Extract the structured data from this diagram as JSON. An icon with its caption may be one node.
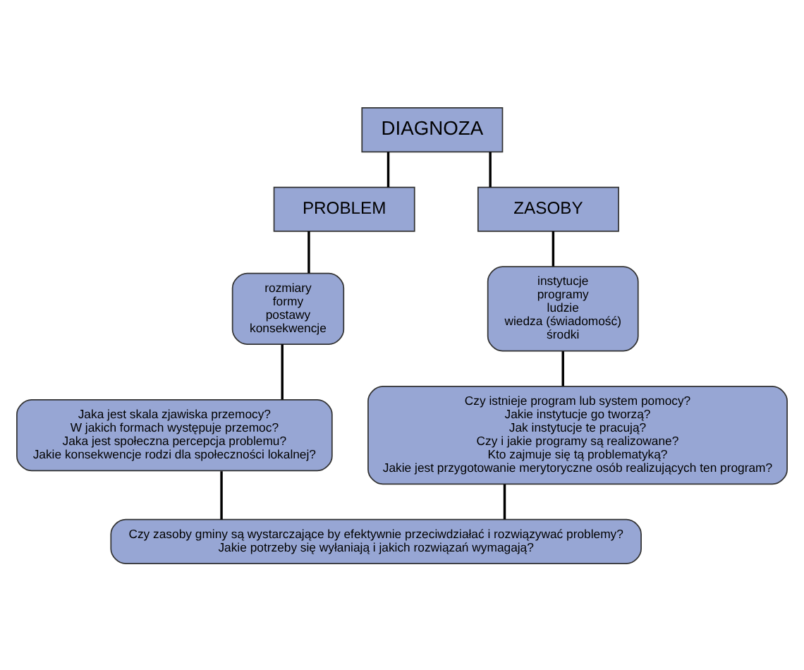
{
  "diagram": {
    "nodes": [
      {
        "text": [
          "DIAGNOZA"
        ]
      },
      {
        "text": [
          "PROBLEM"
        ]
      },
      {
        "text": [
          "ZASOBY"
        ]
      },
      {
        "text": [
          "rozmiary",
          "formy",
          "postawy",
          "konsekwencje"
        ]
      },
      {
        "text": [
          "instytucje",
          "programy",
          "ludzie",
          "wiedza (świadomość)",
          "środki"
        ]
      },
      {
        "text": [
          "Jaka jest skala zjawiska przemocy?",
          "W jakich formach występuje przemoc?",
          "Jaka jest społeczna percepcja problemu?",
          "Jakie konsekwencje rodzi dla społeczności lokalnej?"
        ]
      },
      {
        "text": [
          "Czy istnieje program lub system pomocy?",
          "Jakie instytucje go tworzą?",
          "Jak instytucje te pracują?",
          "Czy i jakie programy są realizowane?",
          "Kto zajmuje się tą problematyką?",
          "Jakie jest przygotowanie merytoryczne osób realizujących ten program?"
        ]
      },
      {
        "text": [
          "Czy zasoby gminy są wystarczające by efektywnie przeciwdziałać i rozwiązywać problemy?",
          "Jakie potrzeby się wyłaniają i jakich rozwiązań wymagają?"
        ]
      }
    ],
    "edges": [
      {
        "from": 0,
        "to": 1,
        "arrow": "none"
      },
      {
        "from": 0,
        "to": 2,
        "arrow": "none"
      },
      {
        "from": 1,
        "to": 3,
        "arrow": "none"
      },
      {
        "from": 2,
        "to": 4,
        "arrow": "none"
      },
      {
        "from": 3,
        "to": 5,
        "arrow": "none"
      },
      {
        "from": 4,
        "to": 6,
        "arrow": "none"
      },
      {
        "from": 5,
        "to": 7,
        "arrow": "none"
      },
      {
        "from": 6,
        "to": 7,
        "arrow": "none"
      }
    ]
  }
}
